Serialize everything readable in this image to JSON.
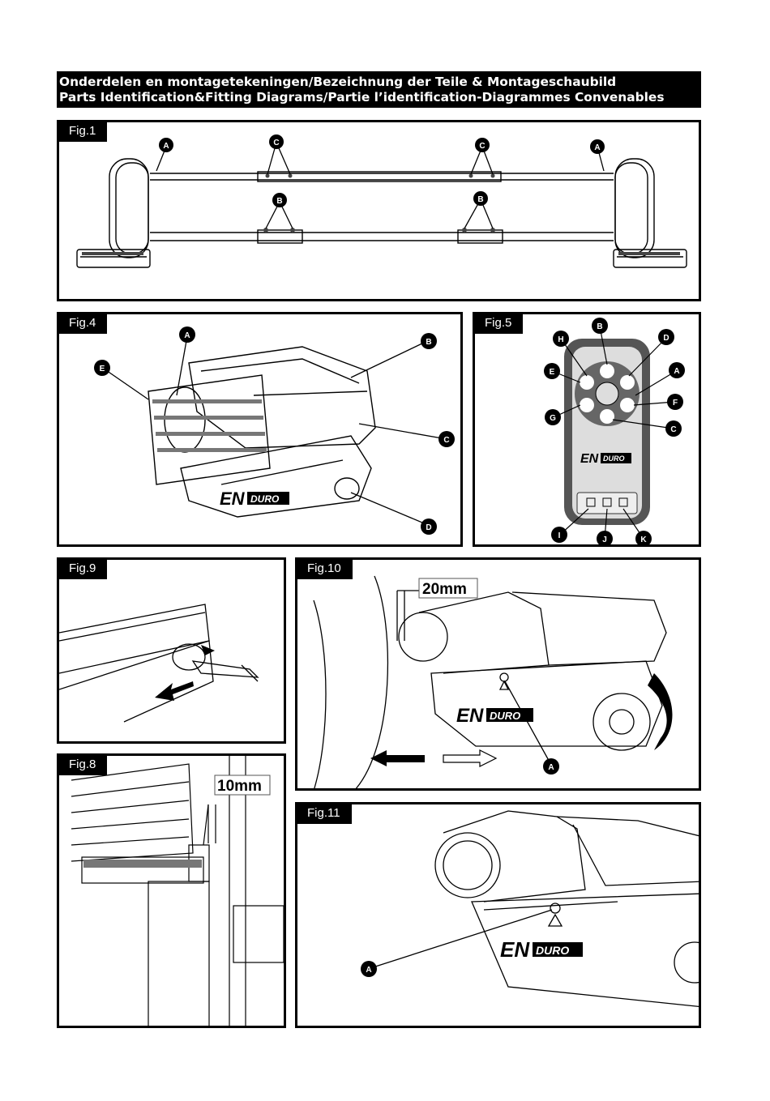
{
  "header": {
    "line1": "Onderdelen en montagetekeningen/Bezeichnung der Teile & Montageschaubild",
    "line2": "Parts Identification&Fitting Diagrams/Partie l’identification-Diagrammes Convenables"
  },
  "fig1": {
    "label": "Fig.1",
    "callouts": [
      "A",
      "C",
      "C",
      "A",
      "B",
      "B"
    ]
  },
  "fig4": {
    "label": "Fig.4",
    "callouts": [
      "A",
      "B",
      "E",
      "C",
      "D"
    ],
    "brand_en": "EN",
    "brand_duro": "DURO"
  },
  "fig5": {
    "label": "Fig.5",
    "callouts": [
      "B",
      "H",
      "D",
      "E",
      "A",
      "F",
      "G",
      "C",
      "I",
      "J",
      "K"
    ],
    "brand_en": "EN",
    "brand_duro": "DURO"
  },
  "fig9": {
    "label": "Fig.9"
  },
  "fig10": {
    "label": "Fig.10",
    "measure": "20mm",
    "callouts": [
      "A"
    ],
    "brand_en": "EN",
    "brand_duro": "DURO"
  },
  "fig8": {
    "label": "Fig.8",
    "measure": "10mm"
  },
  "fig11": {
    "label": "Fig.11",
    "callouts": [
      "A"
    ],
    "brand_en": "EN",
    "brand_duro": "DURO"
  }
}
